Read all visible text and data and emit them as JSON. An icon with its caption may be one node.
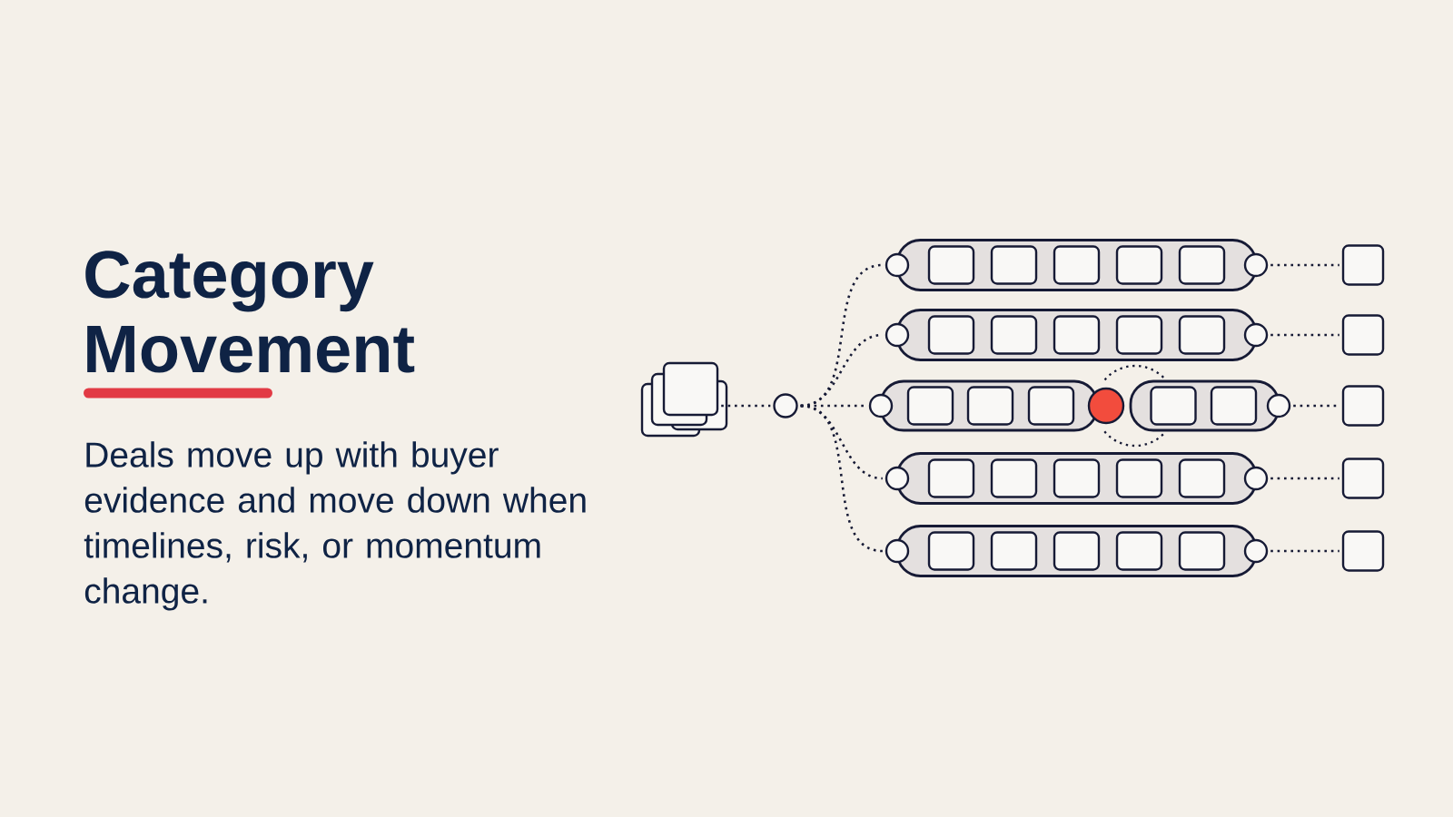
{
  "diagram": {
    "title": "Category Movement",
    "caption": "Deals move up with buyer evidence and move down when timelines, risk, or momentum change.",
    "nodes": [
      {
        "text": [],
        "shape": "box"
      },
      {
        "text": [],
        "shape": "circle"
      },
      {
        "text": [],
        "shape": "circle"
      },
      {
        "text": [],
        "shape": "bar"
      },
      {
        "text": [],
        "shape": "box",
        "in": 3
      },
      {
        "text": [],
        "shape": "box",
        "in": 3
      },
      {
        "text": [],
        "shape": "box",
        "in": 3
      },
      {
        "text": [],
        "shape": "box",
        "in": 3
      },
      {
        "text": [],
        "shape": "box",
        "in": 3
      },
      {
        "text": [],
        "shape": "circle"
      },
      {
        "text": [],
        "shape": "box"
      },
      {
        "text": [],
        "shape": "circle"
      },
      {
        "text": [],
        "shape": "bar"
      },
      {
        "text": [],
        "shape": "box",
        "in": 12
      },
      {
        "text": [],
        "shape": "box",
        "in": 12
      },
      {
        "text": [],
        "shape": "box",
        "in": 12
      },
      {
        "text": [],
        "shape": "box",
        "in": 12
      },
      {
        "text": [],
        "shape": "box",
        "in": 12
      },
      {
        "text": [],
        "shape": "circle"
      },
      {
        "text": [],
        "shape": "box"
      },
      {
        "text": [],
        "shape": "circle"
      },
      {
        "text": [],
        "shape": "bar"
      },
      {
        "text": [],
        "shape": "box",
        "in": 21
      },
      {
        "text": [],
        "shape": "box",
        "in": 21
      },
      {
        "text": [],
        "shape": "box",
        "in": 21
      },
      {
        "text": [],
        "shape": "circle"
      },
      {
        "text": [],
        "shape": "bar"
      },
      {
        "text": [],
        "shape": "box",
        "in": 26
      },
      {
        "text": [],
        "shape": "box",
        "in": 26
      },
      {
        "text": [],
        "shape": "circle"
      },
      {
        "text": [],
        "shape": "box"
      },
      {
        "text": [],
        "shape": "circle"
      },
      {
        "text": [],
        "shape": "bar"
      },
      {
        "text": [],
        "shape": "box",
        "in": 32
      },
      {
        "text": [],
        "shape": "box",
        "in": 32
      },
      {
        "text": [],
        "shape": "box",
        "in": 32
      },
      {
        "text": [],
        "shape": "box",
        "in": 32
      },
      {
        "text": [],
        "shape": "box",
        "in": 32
      },
      {
        "text": [],
        "shape": "circle"
      },
      {
        "text": [],
        "shape": "box"
      },
      {
        "text": [],
        "shape": "circle"
      },
      {
        "text": [],
        "shape": "bar"
      },
      {
        "text": [],
        "shape": "box",
        "in": 41
      },
      {
        "text": [],
        "shape": "box",
        "in": 41
      },
      {
        "text": [],
        "shape": "box",
        "in": 41
      },
      {
        "text": [],
        "shape": "box",
        "in": 41
      },
      {
        "text": [],
        "shape": "box",
        "in": 41
      },
      {
        "text": [],
        "shape": "circle"
      },
      {
        "text": [],
        "shape": "box"
      }
    ],
    "edges": [
      {
        "from": 0,
        "to": 1,
        "arrow": "none",
        "style": "dashed"
      },
      {
        "from": 1,
        "to": 2,
        "arrow": "none",
        "style": "dashed"
      },
      {
        "from": 1,
        "to": 11,
        "arrow": "none",
        "style": "dashed"
      },
      {
        "from": 1,
        "to": 20,
        "arrow": "none",
        "style": "dashed"
      },
      {
        "from": 1,
        "to": 31,
        "arrow": "none",
        "style": "dashed"
      },
      {
        "from": 1,
        "to": 40,
        "arrow": "none",
        "style": "dashed"
      },
      {
        "from": 9,
        "to": 10,
        "arrow": "none",
        "style": "dashed"
      },
      {
        "from": 18,
        "to": 19,
        "arrow": "none",
        "style": "dashed"
      },
      {
        "from": 29,
        "to": 30,
        "arrow": "none",
        "style": "dashed"
      },
      {
        "from": 38,
        "to": 39,
        "arrow": "none",
        "style": "dashed"
      },
      {
        "from": 47,
        "to": 48,
        "arrow": "none",
        "style": "dashed"
      }
    ]
  }
}
